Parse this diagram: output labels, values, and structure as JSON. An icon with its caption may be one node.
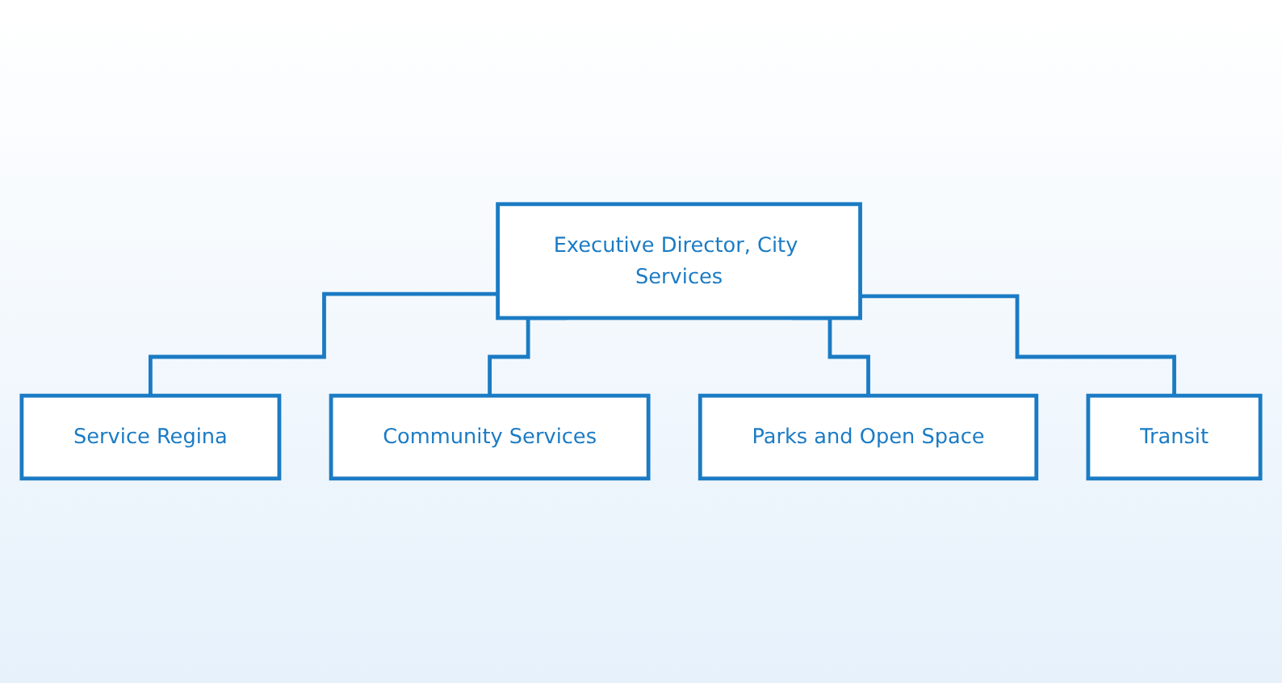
{
  "diagram": {
    "nodes": [
      {
        "text": [
          "Executive Director, City Services"
        ]
      },
      {
        "text": [
          "Service Regina"
        ]
      },
      {
        "text": [
          "Community Services"
        ]
      },
      {
        "text": [
          "Parks and Open Space"
        ]
      },
      {
        "text": [
          "Transit"
        ]
      }
    ],
    "edges": [
      {
        "from": 0,
        "to": 1,
        "arrow": "none"
      },
      {
        "from": 0,
        "to": 2,
        "arrow": "none"
      },
      {
        "from": 0,
        "to": 3,
        "arrow": "none"
      },
      {
        "from": 0,
        "to": 4,
        "arrow": "none"
      }
    ]
  }
}
